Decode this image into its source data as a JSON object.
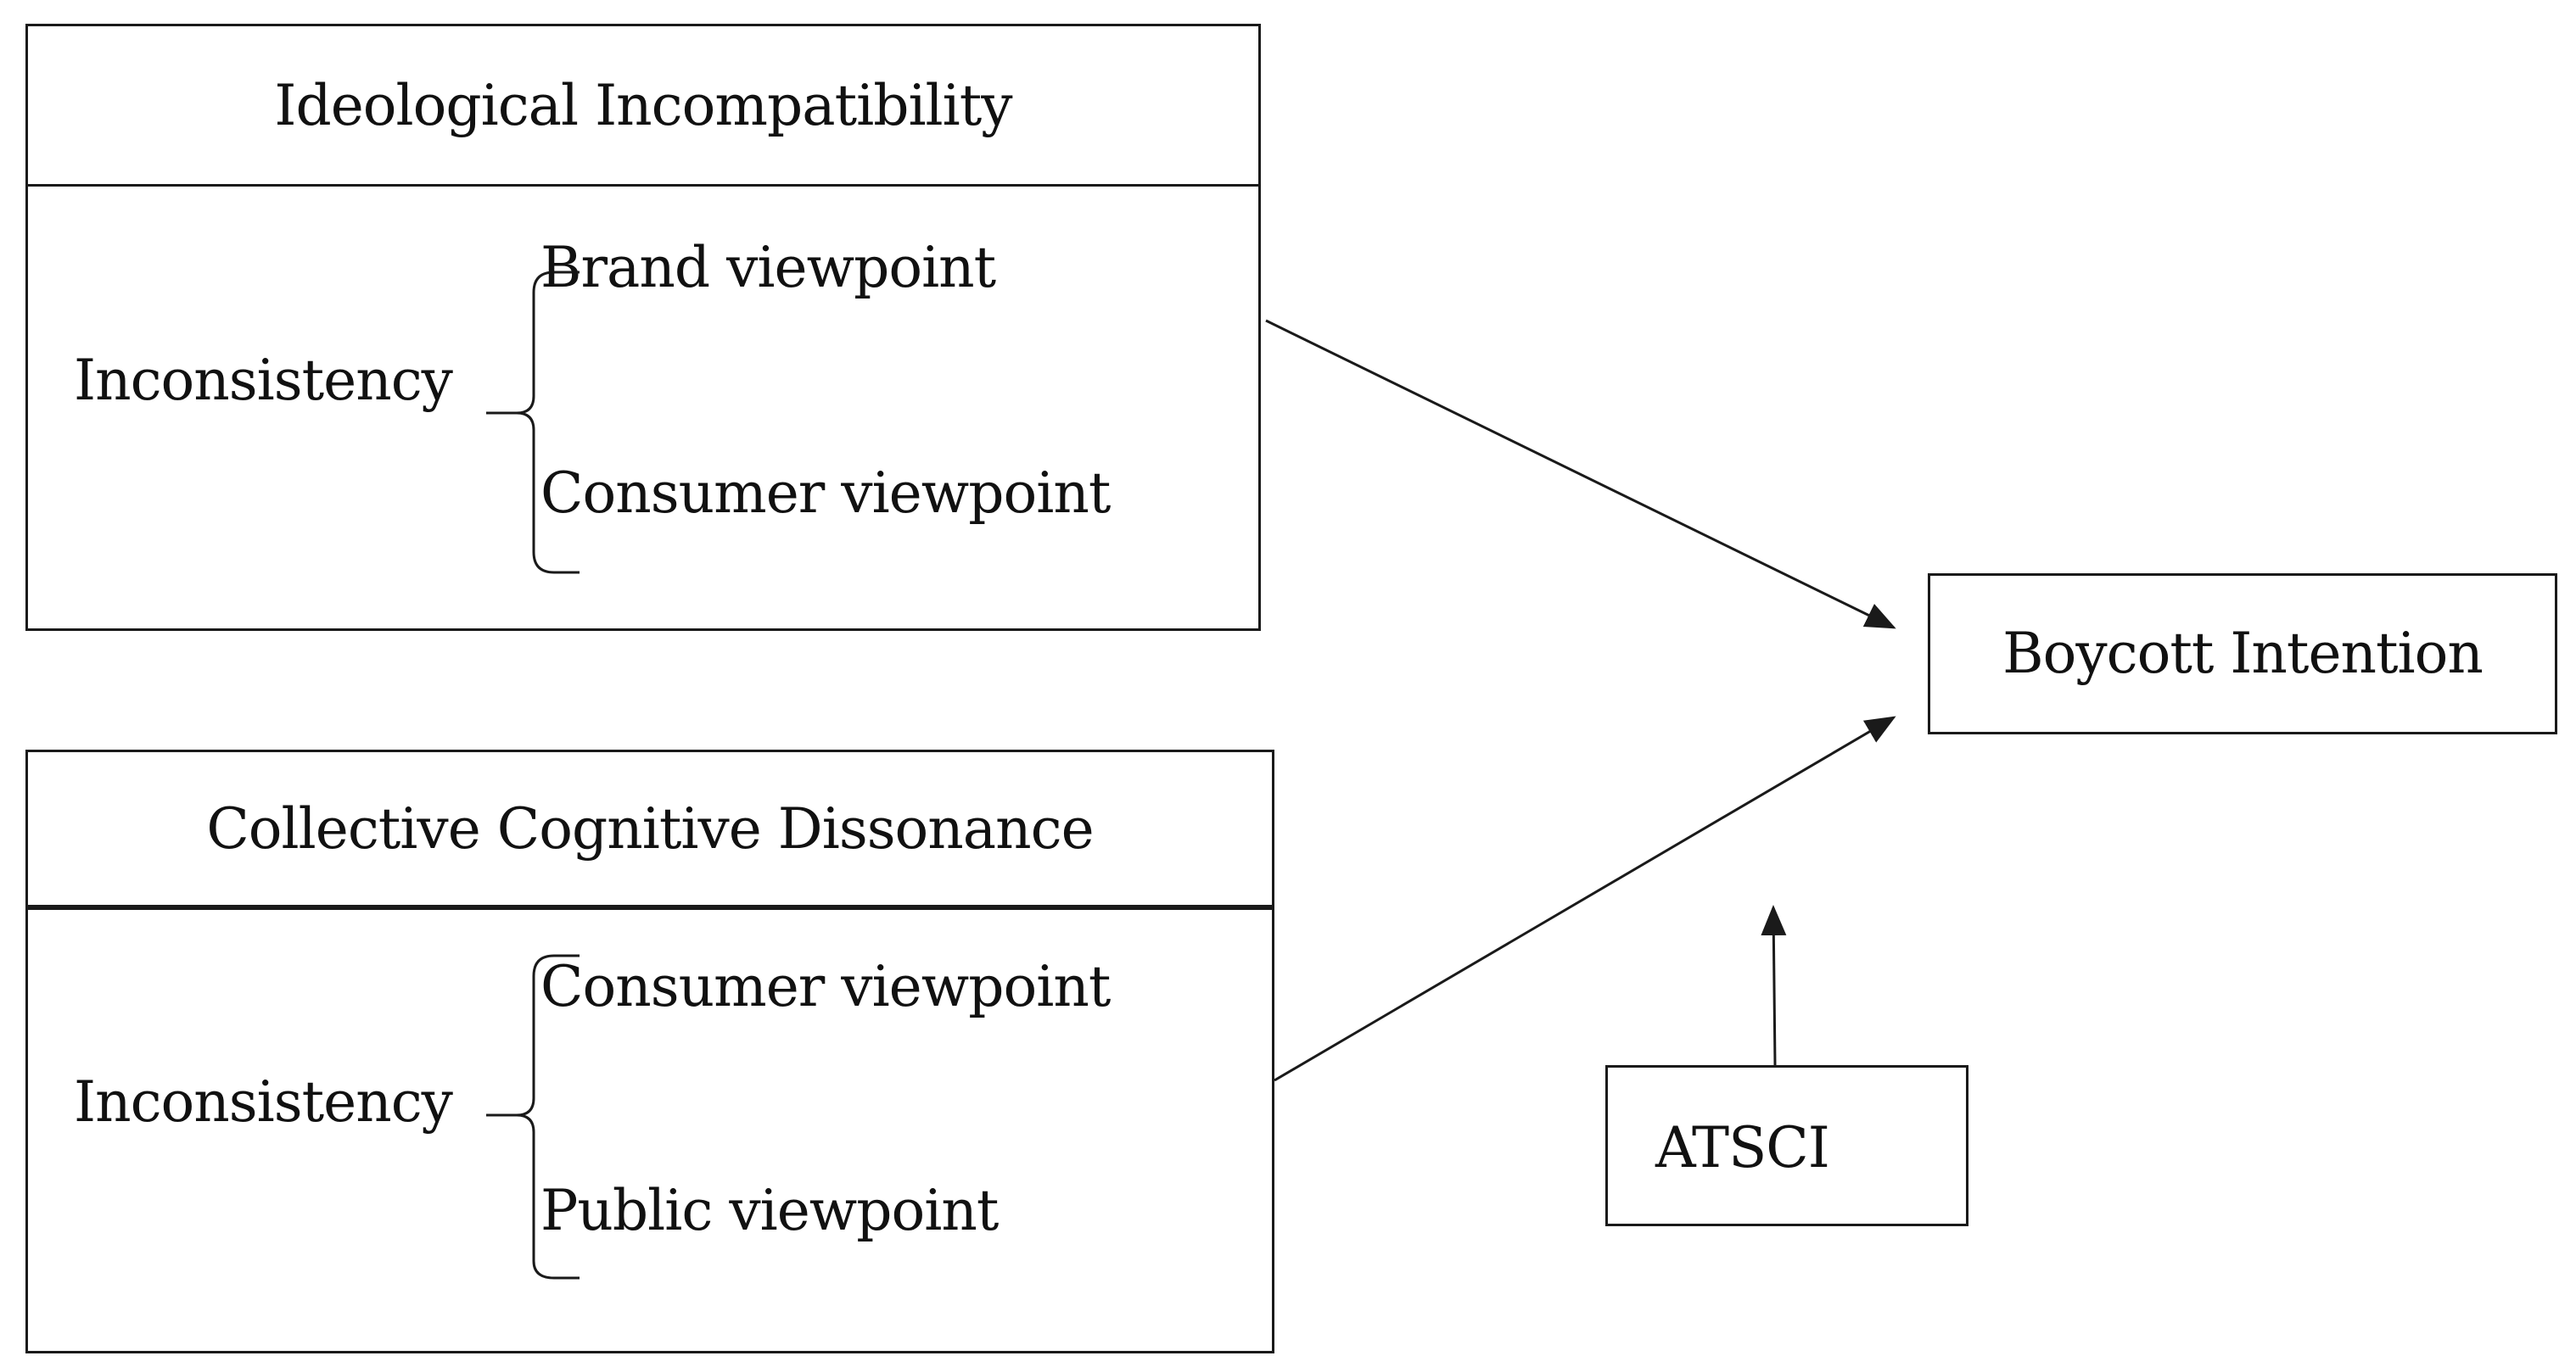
{
  "ideological_box": {
    "title": "Ideological Incompatibility",
    "left_label": "Inconsistency",
    "items": [
      "Brand viewpoint",
      "Consumer viewpoint"
    ]
  },
  "dissonance_box": {
    "title": "Collective Cognitive Dissonance",
    "left_label": "Inconsistency",
    "items": [
      "Consumer viewpoint",
      "Public viewpoint"
    ]
  },
  "outcome_box": {
    "label": "Boycott Intention"
  },
  "moderator_box": {
    "label": "ATSCI"
  },
  "colors": {
    "line": "#1a1a1a",
    "background": "#ffffff"
  }
}
